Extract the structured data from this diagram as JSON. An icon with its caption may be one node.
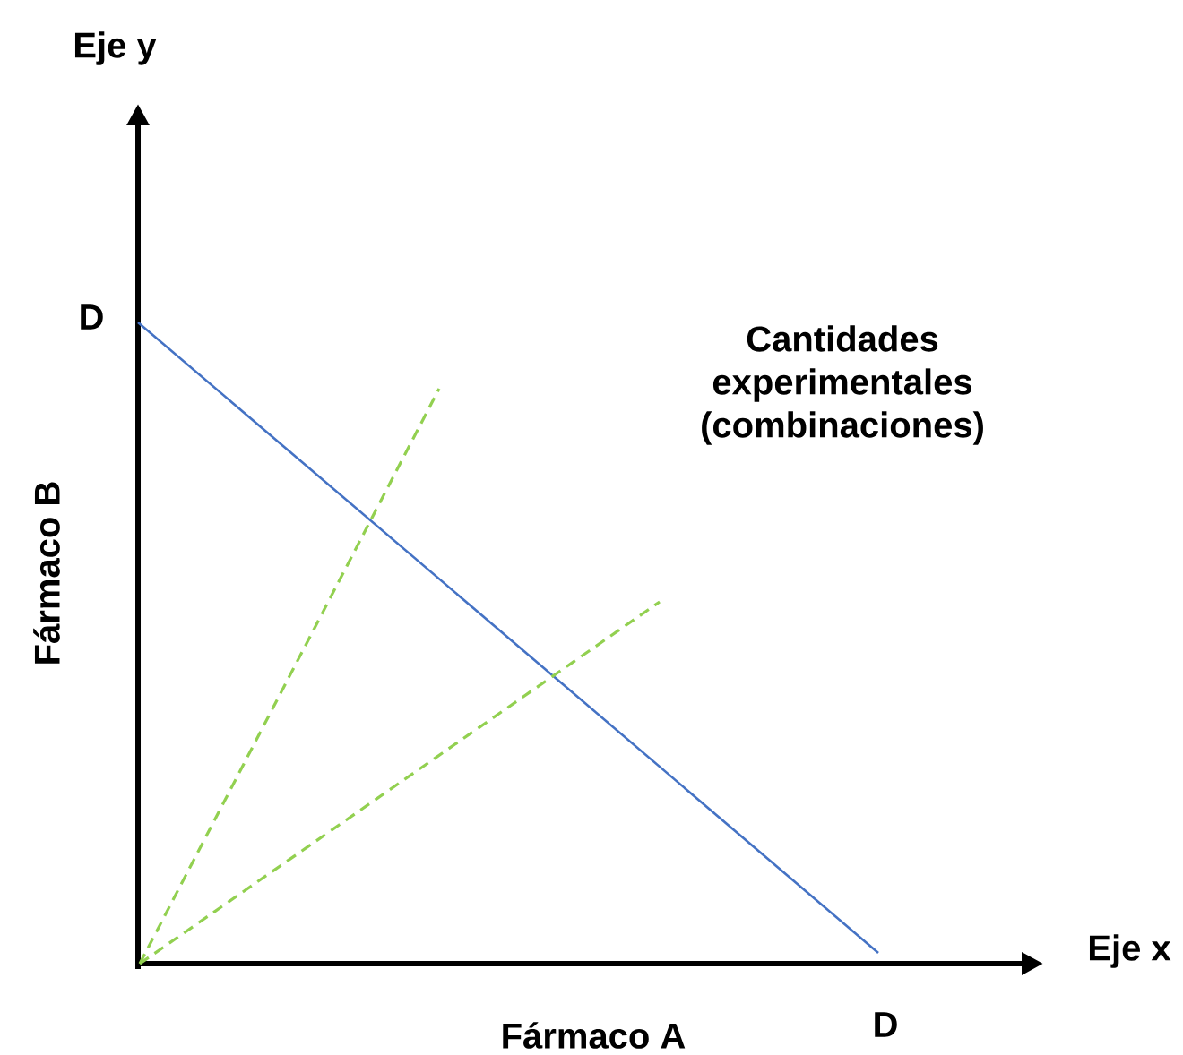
{
  "diagram": {
    "labels": [
      "Eje y",
      "D",
      "Cantidades experimentales (combinaciones)",
      "Fármaco B",
      "Eje x",
      "Fármaco A",
      "D"
    ]
  }
}
